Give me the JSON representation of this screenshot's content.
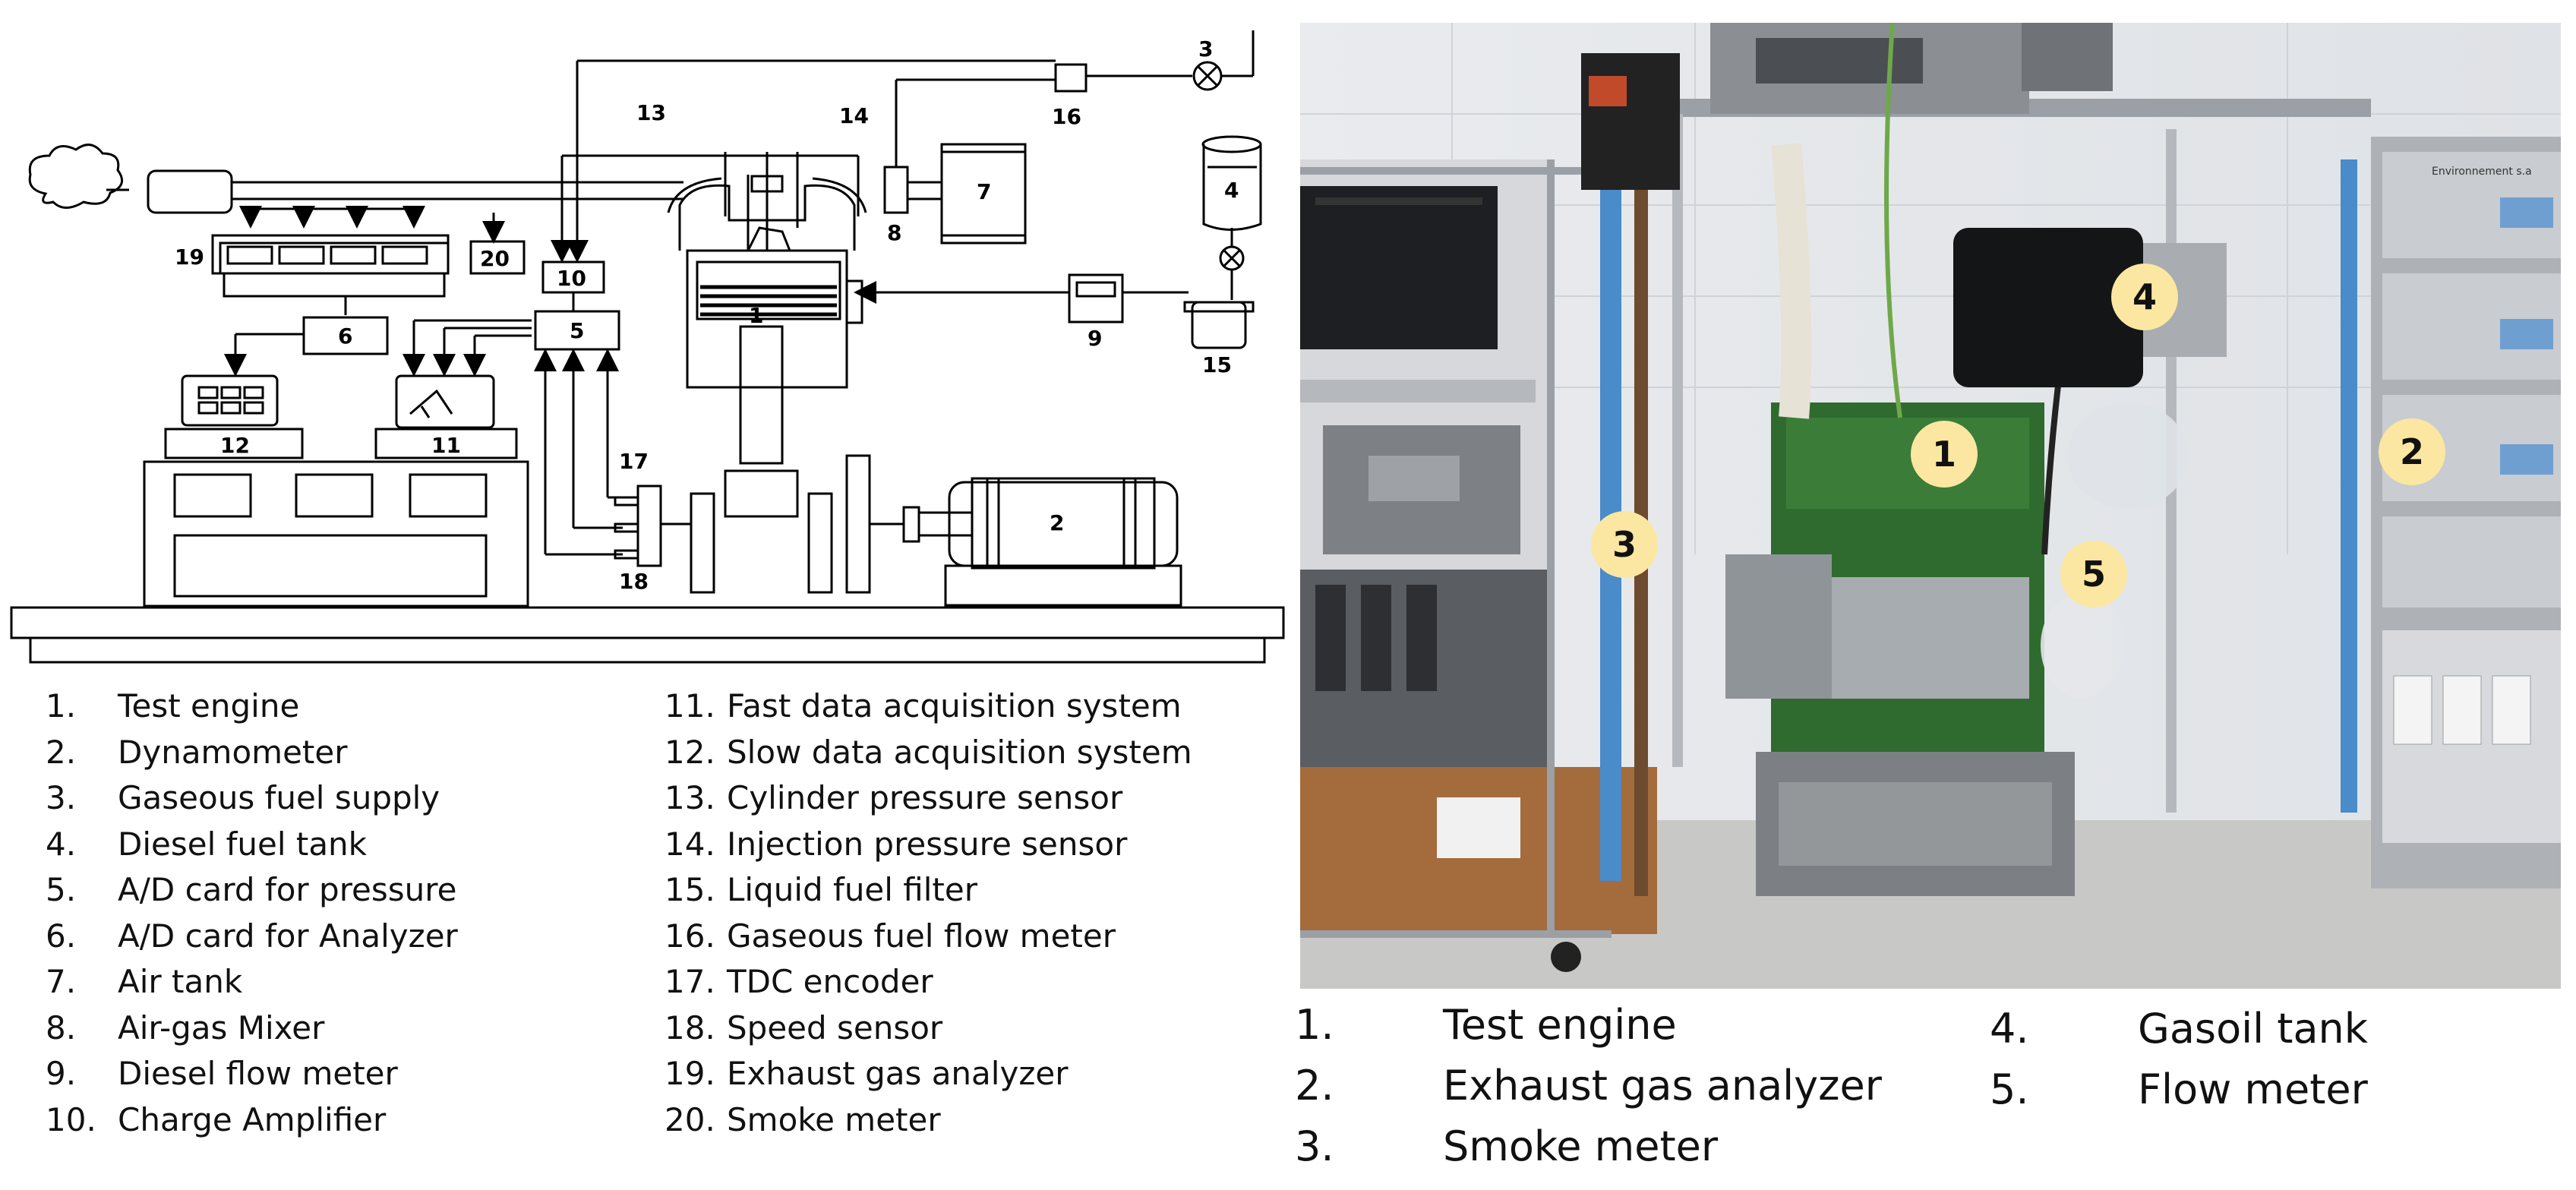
{
  "schematic": {
    "callouts": [
      "1",
      "2",
      "3",
      "4",
      "5",
      "6",
      "7",
      "8",
      "9",
      "10",
      "11",
      "12",
      "13",
      "14",
      "15",
      "16",
      "17",
      "18",
      "19",
      "20"
    ]
  },
  "legend_left": {
    "items": [
      {
        "num": "1.",
        "text": "Test engine"
      },
      {
        "num": "2.",
        "text": "Dynamometer"
      },
      {
        "num": "3.",
        "text": "Gaseous fuel supply"
      },
      {
        "num": "4.",
        "text": "Diesel fuel tank"
      },
      {
        "num": "5.",
        "text": "A/D card for pressure"
      },
      {
        "num": "6.",
        "text": "A/D card for Analyzer"
      },
      {
        "num": "7.",
        "text": "Air tank"
      },
      {
        "num": "8.",
        "text": "Air-gas Mixer"
      },
      {
        "num": "9.",
        "text": "Diesel flow meter"
      },
      {
        "num": "10.",
        "text": "Charge Amplifier"
      },
      {
        "num": "11.",
        "text": "Fast data acquisition system"
      },
      {
        "num": "12.",
        "text": "Slow data acquisition system"
      },
      {
        "num": "13.",
        "text": "Cylinder pressure sensor"
      },
      {
        "num": "14.",
        "text": "Injection pressure sensor"
      },
      {
        "num": "15.",
        "text": "Liquid fuel filter"
      },
      {
        "num": "16.",
        "text": "Gaseous fuel flow meter"
      },
      {
        "num": "17.",
        "text": "TDC encoder"
      },
      {
        "num": "18.",
        "text": "Speed sensor"
      },
      {
        "num": "19.",
        "text": "Exhaust gas analyzer"
      },
      {
        "num": "20.",
        "text": "Smoke meter"
      }
    ]
  },
  "photo": {
    "markers": [
      "1",
      "2",
      "3",
      "4",
      "5"
    ],
    "equipment_labels": [
      "Environnement s.a"
    ]
  },
  "legend_right": {
    "items": [
      {
        "num": "1.",
        "text": "Test engine"
      },
      {
        "num": "2.",
        "text": "Exhaust gas analyzer"
      },
      {
        "num": "3.",
        "text": "Smoke meter"
      },
      {
        "num": "4.",
        "text": "Gasoil tank"
      },
      {
        "num": "5.",
        "text": "Flow meter"
      }
    ]
  },
  "colors": {
    "marker_fill": "#fbe7a1",
    "engine_green": "#2f6b2f",
    "frame_blue": "#4a8bc9",
    "analyzer_grey": "#c9ccd1"
  }
}
